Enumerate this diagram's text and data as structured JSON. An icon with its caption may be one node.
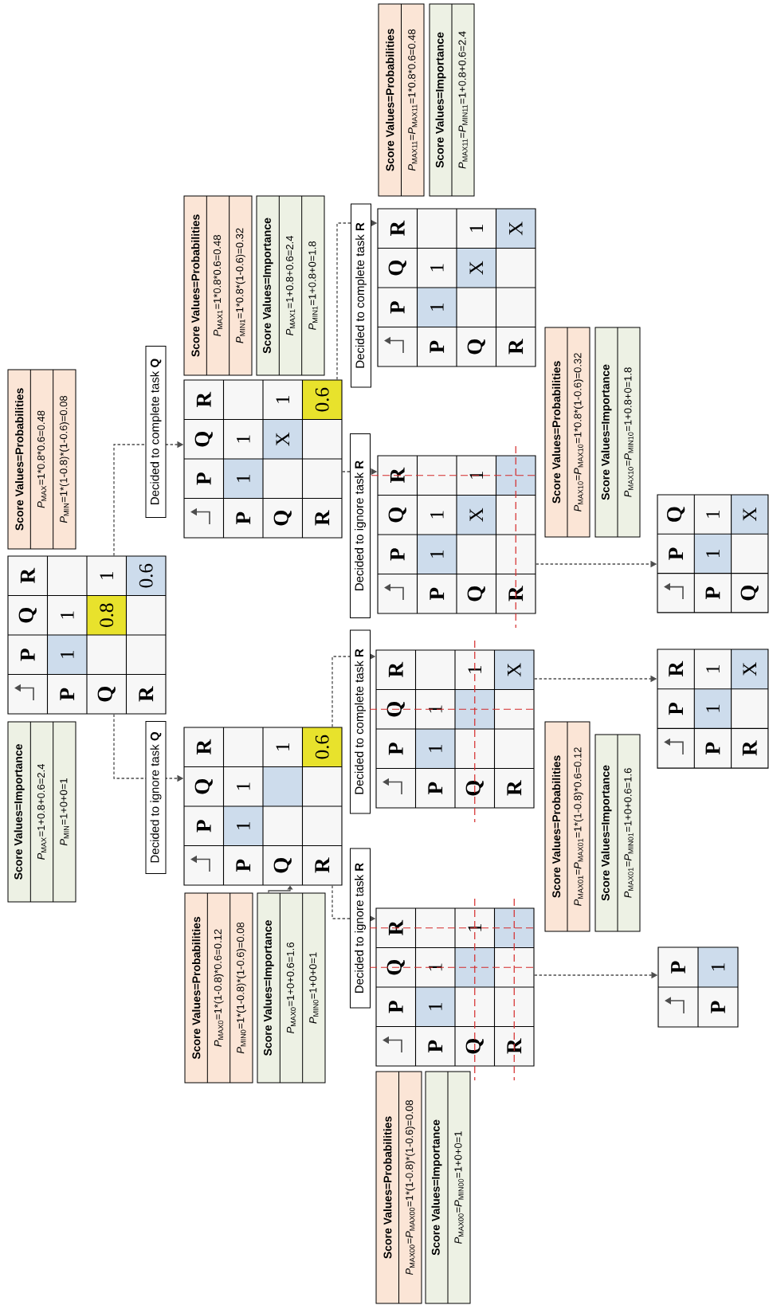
{
  "diagram": {
    "nodes": [
      {
        "text": [
          "Score Values=Importance",
          "*P*$_{MAX}$=1+0.8+0.6=2.4",
          "*P*$_{MIN}$=1+0+0=1"
        ]
      },
      {
        "text": [
          "P",
          "Q",
          "R",
          "P",
          "1",
          "1",
          "Q",
          "0.8",
          "1",
          "R",
          "0.6"
        ]
      },
      {
        "text": [
          "Score Values=Probabilities",
          "*P*$_{MAX}$=1*0.8*0.6=0.48",
          "*P*$_{MIN}$=1*(1-0.8)*(1-0.6)=0.08"
        ]
      },
      {
        "text": [
          "Score Values=Probabilities",
          "*P*$_{MAX0}$=1*(1-0.8)*0.6=0.12",
          "*P*$_{MIN0}$=1*(1-0.8)*(1-0.6)=0.08"
        ]
      },
      {
        "text": [
          "Score Values=Importance",
          "*P*$_{MAX0}$=1+0+0.6=1.6",
          "*P*$_{MIN0}$=1+0+0=1"
        ]
      },
      {
        "text": [
          "P",
          "Q",
          "R",
          "P",
          "1",
          "1",
          "Q",
          "1",
          "R",
          "0.6"
        ]
      },
      {
        "text": [
          "P",
          "Q",
          "R",
          "P",
          "1",
          "1",
          "Q",
          "X",
          "1",
          "R",
          "0.6"
        ]
      },
      {
        "text": [
          "Score Values=Probabilities",
          "*P*$_{MAX1}$=1*0.8*0.6=0.48",
          "*P*$_{MIN1}$=1*0.8*(1-0.6)=0.32"
        ]
      },
      {
        "text": [
          "Score Values=Importance",
          "*P*$_{MAX1}$=1+0.8+0.6=2.4",
          "*P*$_{MIN1}$=1+0.8+0=1.8"
        ]
      },
      {
        "text": [
          "Score Values=Probabilities",
          "*P*$_{MAX00}$=*P*$_{MAX00}$=1*(1-0.8)*(1-0.6)=0.08"
        ]
      },
      {
        "text": [
          "Score Values=Importance",
          "*P*$_{MAX00}$=*P*$_{MIN00}$=1+0+0=1"
        ]
      },
      {
        "text": [
          "P",
          "Q",
          "R",
          "P",
          "1",
          "1",
          "Q",
          "1",
          "R"
        ]
      },
      {
        "text": [
          "P",
          "Q",
          "R",
          "P",
          "1",
          "1",
          "Q",
          "1",
          "R",
          "X"
        ]
      },
      {
        "text": [
          "Score Values=Probabilities",
          "*P*$_{MAX01}$=*P*$_{MAX01}$=1*(1-0.8)*0.6=0.12"
        ]
      },
      {
        "text": [
          "Score Values=Importance",
          "*P*$_{MAX01}$=*P*$_{MIN01}$=1+0+0.6=1.6"
        ]
      },
      {
        "text": [
          "P",
          "Q",
          "R",
          "P",
          "1",
          "1",
          "Q",
          "X",
          "1",
          "R"
        ]
      },
      {
        "text": [
          "Score Values=Probabilities",
          "*P*$_{MAX10}$=*P*$_{MAX10}$=1*0.8*(1-0.6)=0.32"
        ]
      },
      {
        "text": [
          "Score Values=Importance",
          "*P*$_{MAX10}$=*P*$_{MIN10}$=1+0.8+0=1.8"
        ]
      },
      {
        "text": [
          "P",
          "Q",
          "R",
          "P",
          "1",
          "1",
          "Q",
          "X",
          "1",
          "R",
          "X"
        ]
      },
      {
        "text": [
          "Score Values=Probabilities",
          "*P*$_{MAX11}$=*P*$_{MAX11}$=1*0.8*0.6=0.48"
        ]
      },
      {
        "text": [
          "Score Values=Importance",
          "*P*$_{MAX11}$=*P*$_{MIN11}$=1+0.8+0.6=2.4"
        ]
      },
      {
        "text": [
          "P",
          "P",
          "1"
        ]
      },
      {
        "text": [
          "P",
          "R",
          "P",
          "1",
          "1",
          "R",
          "X"
        ]
      },
      {
        "text": [
          "P",
          "Q",
          "P",
          "1",
          "1",
          "Q",
          "X"
        ]
      }
    ],
    "edges": [
      {
        "from": 1,
        "to": 5,
        "arrow": "to",
        "label": "Decided to ignore task **Q**",
        "style": "dashed"
      },
      {
        "from": 1,
        "to": 6,
        "arrow": "to",
        "label": "Decided to complete task **Q**",
        "style": "dashed"
      },
      {
        "from": 5,
        "to": 11,
        "arrow": "to",
        "label": "Decided to ignore task **R**",
        "style": "dashed"
      },
      {
        "from": 5,
        "to": 12,
        "arrow": "to",
        "label": "Decided to complete task **R**",
        "style": "dashed"
      },
      {
        "from": 6,
        "to": 15,
        "arrow": "to",
        "label": "Decided to ignore task **R**",
        "style": "dashed"
      },
      {
        "from": 6,
        "to": 18,
        "arrow": "to",
        "label": "Decided to complete task **R**",
        "style": "dashed"
      },
      {
        "from": 11,
        "to": 21,
        "arrow": "to",
        "style": "dashed"
      },
      {
        "from": 12,
        "to": 22,
        "arrow": "to",
        "style": "dashed"
      },
      {
        "from": 15,
        "to": 23,
        "arrow": "to",
        "style": "dashed"
      },
      {
        "from": 4,
        "to": 5,
        "arrow": "to"
      }
    ]
  }
}
